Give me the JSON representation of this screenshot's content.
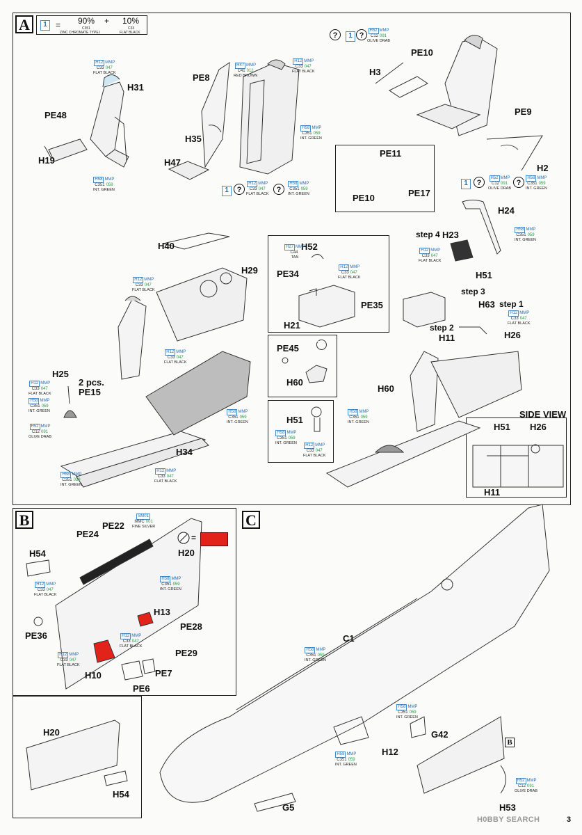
{
  "sections": {
    "a": {
      "badge": "A"
    },
    "b": {
      "badge": "B"
    },
    "c": {
      "badge": "C"
    }
  },
  "legend": {
    "option": "1",
    "equals": "=",
    "pct1": "90%",
    "plus": "+",
    "pct2": "10%",
    "code1": "C351",
    "name1": "ZINC CHROMATE TYPE I",
    "code2": "C33",
    "name2": "FLAT BLACK"
  },
  "part_labels": {
    "H31": "H31",
    "PE48": "PE48",
    "H19": "H19",
    "PE8": "PE8",
    "H35": "H35",
    "H47": "H47",
    "H3": "H3",
    "PE10": "PE10",
    "PE9": "PE9",
    "H2": "H2",
    "PE11": "PE11",
    "PE10b": "PE10",
    "PE17": "PE17",
    "H40": "H40",
    "H29": "H29",
    "H25": "H25",
    "PE15": "PE15",
    "two_pcs": "2 pcs.",
    "H34": "H34",
    "H52": "H52",
    "PE34": "PE34",
    "PE35": "PE35",
    "H21": "H21",
    "PE45": "PE45",
    "H60": "H60",
    "H51": "H51",
    "H24": "H24",
    "step4": "step 4",
    "H23": "H23",
    "H51b": "H51",
    "step3": "step 3",
    "H63": "H63",
    "step1": "step 1",
    "step2": "step 2",
    "H11": "H11",
    "H26": "H26",
    "H60b": "H60",
    "side_view": "SIDE VIEW",
    "H51c": "H51",
    "H26b": "H26",
    "H11b": "H11",
    "PE22": "PE22",
    "PE24": "PE24",
    "H54": "H54",
    "H20": "H20",
    "PE36": "PE36",
    "H13": "H13",
    "PE28": "PE28",
    "PE29": "PE29",
    "H10": "H10",
    "PE7": "PE7",
    "PE6": "PE6",
    "H20b": "H20",
    "H54b": "H54",
    "C1": "C1",
    "G42": "G42",
    "H12": "H12",
    "G5": "G5",
    "H53": "H53",
    "b_ref": "B"
  },
  "paint_callouts": [
    {
      "id": "p1",
      "h": "H12",
      "c": "C33",
      "n": "047",
      "name": "FLAT BLACK"
    },
    {
      "id": "p2",
      "h": "H58",
      "c": "C351",
      "n": "059",
      "name": "INT. GREEN"
    },
    {
      "id": "p3",
      "h": "H47",
      "c": "C41",
      "n": "012",
      "name": "RED BROWN"
    },
    {
      "id": "p4",
      "h": "H12",
      "c": "C33",
      "n": "047",
      "name": "FLAT BLACK"
    },
    {
      "id": "p5",
      "h": "H58",
      "c": "C351",
      "n": "059",
      "name": "INT. GREEN"
    },
    {
      "id": "p6",
      "h": "H12",
      "c": "C33",
      "n": "047",
      "name": "FLAT BLACK"
    },
    {
      "id": "p7",
      "h": "H58",
      "c": "C351",
      "n": "059",
      "name": "INT. GREEN"
    },
    {
      "id": "p8",
      "h": "H52",
      "c": "C12",
      "n": "091",
      "name": "OLIVE DRAB"
    },
    {
      "id": "p9",
      "h": "H52",
      "c": "C12",
      "n": "091",
      "name": "OLIVE DRAB"
    },
    {
      "id": "p10",
      "h": "H58",
      "c": "C351",
      "n": "059",
      "name": "INT. GREEN"
    },
    {
      "id": "p11",
      "h": "H12",
      "c": "C33",
      "n": "047",
      "name": "FLAT BLACK"
    },
    {
      "id": "p12",
      "h": "H12",
      "c": "C33",
      "n": "047",
      "name": "FLAT BLACK"
    },
    {
      "id": "p13",
      "h": "H58",
      "c": "C351",
      "n": "059",
      "name": "INT. GREEN"
    },
    {
      "id": "p14",
      "h": "H12",
      "c": "C33",
      "n": "047",
      "name": "FLAT BLACK"
    },
    {
      "id": "p15",
      "h": "H58",
      "c": "C351",
      "n": "059",
      "name": "INT. GREEN"
    },
    {
      "id": "p16",
      "h": "H52",
      "c": "C12",
      "n": "091",
      "name": "OLIVE DRAB"
    },
    {
      "id": "p17",
      "h": "H58",
      "c": "C351",
      "n": "059",
      "name": "INT. GREEN"
    },
    {
      "id": "p18",
      "h": "H12",
      "c": "C33",
      "n": "047",
      "name": "FLAT BLACK"
    },
    {
      "id": "p19",
      "h": "H27",
      "c": "C44",
      "n": "",
      "name": "TAN"
    },
    {
      "id": "p20",
      "h": "H12",
      "c": "C33",
      "n": "047",
      "name": "FLAT BLACK"
    },
    {
      "id": "p21",
      "h": "H58",
      "c": "C351",
      "n": "059",
      "name": "INT. GREEN"
    },
    {
      "id": "p22",
      "h": "H58",
      "c": "C351",
      "n": "059",
      "name": "INT. GREEN"
    },
    {
      "id": "p23",
      "h": "H12",
      "c": "C33",
      "n": "047",
      "name": "FLAT BLACK"
    },
    {
      "id": "p24",
      "h": "H58",
      "c": "C351",
      "n": "059",
      "name": "INT. GREEN"
    },
    {
      "id": "p25",
      "h": "H12",
      "c": "C33",
      "n": "047",
      "name": "FLAT BLACK"
    },
    {
      "id": "p26",
      "h": "H12",
      "c": "C33",
      "n": "047",
      "name": "FLAT BLACK"
    },
    {
      "id": "p27",
      "h": "SM01",
      "c": "MMC",
      "n": "001",
      "name": "FINE SILVER"
    },
    {
      "id": "p28",
      "h": "H58",
      "c": "C351",
      "n": "059",
      "name": "INT. GREEN"
    },
    {
      "id": "p29",
      "h": "H12",
      "c": "C33",
      "n": "047",
      "name": "FLAT BLACK"
    },
    {
      "id": "p30",
      "h": "H12",
      "c": "C33",
      "n": "047",
      "name": "FLAT BLACK"
    },
    {
      "id": "p31",
      "h": "H12",
      "c": "C33",
      "n": "047",
      "name": "FLAT BLACK"
    },
    {
      "id": "p32",
      "h": "H58",
      "c": "C351",
      "n": "059",
      "name": "INT. GREEN"
    },
    {
      "id": "p33",
      "h": "H58",
      "c": "C351",
      "n": "059",
      "name": "INT. GREEN"
    },
    {
      "id": "p34",
      "h": "H58",
      "c": "C351",
      "n": "059",
      "name": "INT. GREEN"
    },
    {
      "id": "p35",
      "h": "H52",
      "c": "C12",
      "n": "091",
      "name": "OLIVE DRAB"
    }
  ],
  "paint_brand": "MMP",
  "option_mark": "1",
  "question_mark": "?",
  "page_number": "3",
  "watermark": "H0BBY SEARCH",
  "colors": {
    "red_mark": "#e2231a",
    "blue_code": "#2c6fae",
    "green_code": "#2a9b4b"
  }
}
